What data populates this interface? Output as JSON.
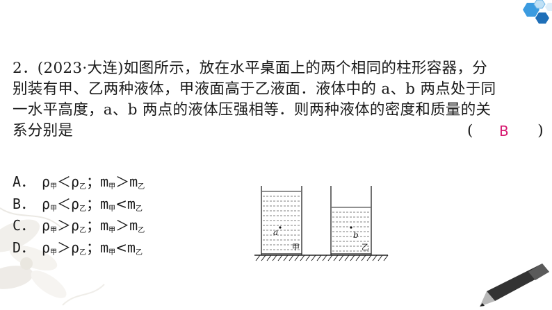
{
  "question": {
    "line1": "2．(2023·大连)如图所示，放在水平桌面上的两个相同的柱形容器，分",
    "line2": "别装有甲、乙两种液体，甲液面高于乙液面．液体中的 a、b 两点处于同",
    "line3": "一水平高度，a、b 两点的液体压强相等．则两种液体的密度和质量的关",
    "line4": "系分别是",
    "bracket_open": "(",
    "bracket_close": ")",
    "answer": "B"
  },
  "options": [
    {
      "letter": "A．",
      "rho": "ρ",
      "sub1": "甲",
      "rel1": "＜",
      "sub2": "乙",
      "sep": "；",
      "m": "m",
      "msub1": "甲",
      "rel2": "＞",
      "msub2": "乙"
    },
    {
      "letter": "B．",
      "rho": "ρ",
      "sub1": "甲",
      "rel1": "＜",
      "sub2": "乙",
      "sep": "；",
      "m": "m",
      "msub1": "甲",
      "rel2": "<",
      "msub2": "乙"
    },
    {
      "letter": "C．",
      "rho": "ρ",
      "sub1": "甲",
      "rel1": "＞",
      "sub2": "乙",
      "sep": "；",
      "m": "m",
      "msub1": "甲",
      "rel2": "＞",
      "msub2": "乙"
    },
    {
      "letter": "D．",
      "rho": "ρ",
      "sub1": "甲",
      "rel1": "＞",
      "sub2": "乙",
      "sep": "；",
      "m": "m",
      "msub1": "甲",
      "rel2": "<",
      "msub2": "乙"
    }
  ],
  "figure": {
    "left_point": "a",
    "right_point": "b",
    "left_name": "甲",
    "right_name": "乙"
  },
  "colors": {
    "answer": "#d6176f",
    "hex_accent": "#2e8fd6"
  }
}
